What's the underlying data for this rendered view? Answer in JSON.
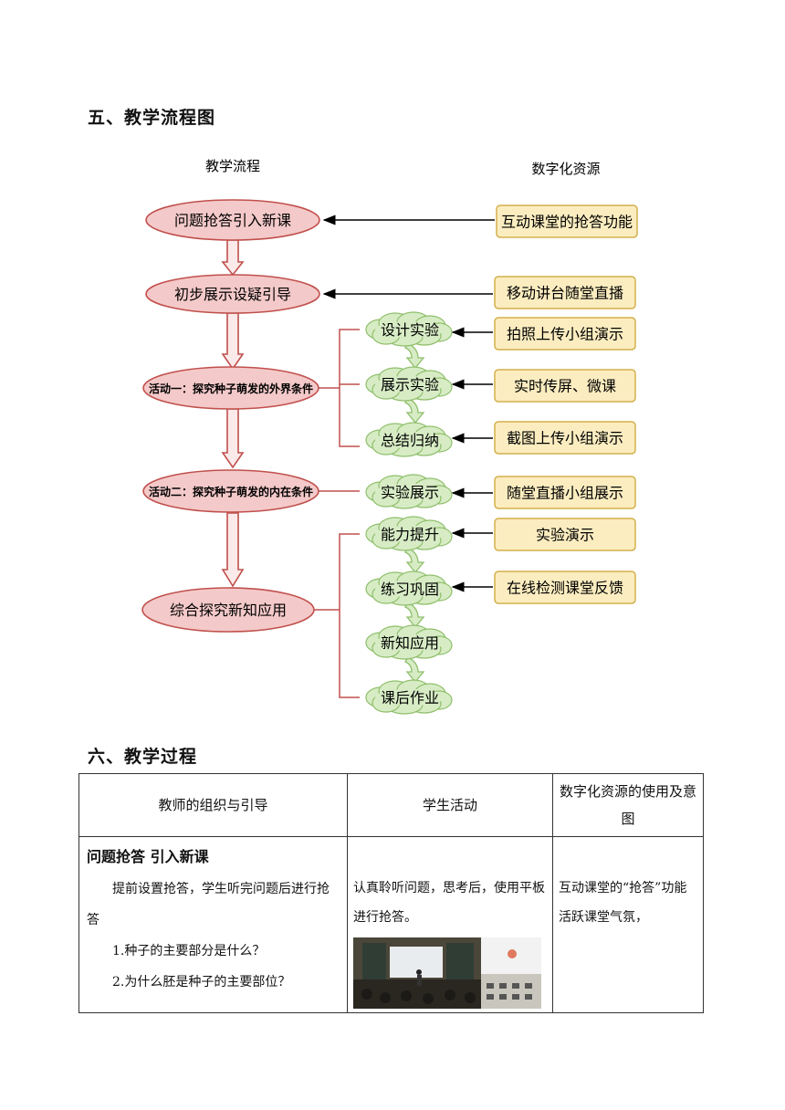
{
  "section5": {
    "heading": "五、教学流程图"
  },
  "flowchart": {
    "col_left": "教学流程",
    "col_right": "数字化资源",
    "main_nodes": [
      "问题抢答引入新课",
      "初步展示设疑引导",
      "活动一：探究种子萌发的外界条件",
      "活动二：探究种子萌发的内在条件",
      "综合探究新知应用"
    ],
    "cloud_nodes": [
      "设计实验",
      "展示实验",
      "总结归纳",
      "实验展示",
      "能力提升",
      "练习巩固",
      "新知应用",
      "课后作业"
    ],
    "resource_nodes": [
      "互动课堂的抢答功能",
      "移动讲台随堂直播",
      "拍照上传小组演示",
      "实时传屏、微课",
      "截图上传小组演示",
      "随堂直播小组展示",
      "实验演示",
      "在线检测课堂反馈"
    ],
    "colors": {
      "ellipse_fill": "#f4c9c9",
      "ellipse_stroke": "#c0504d",
      "cloud_fill": "#d7ecc5",
      "cloud_stroke": "#8fbf6b",
      "box_fill": "#fbedc0",
      "box_stroke": "#d4b04c"
    }
  },
  "section6": {
    "heading": "六、教学过程"
  },
  "table": {
    "headers": [
      "教师的组织与引导",
      "学生活动",
      "数字化资源的使用及意图"
    ],
    "row1": {
      "title": "问题抢答  引入新课",
      "teacher_intro": "提前设置抢答，学生听完问题后进行抢答",
      "questions": [
        "1.种子的主要部分是什么？",
        "2.为什么胚是种子的主要部位？"
      ],
      "student": "认真聆听问题，思考后，使用平板进行抢答。",
      "resource_lines": [
        "互动课堂的“抢答”功能",
        "活跃课堂气氛，"
      ]
    }
  }
}
